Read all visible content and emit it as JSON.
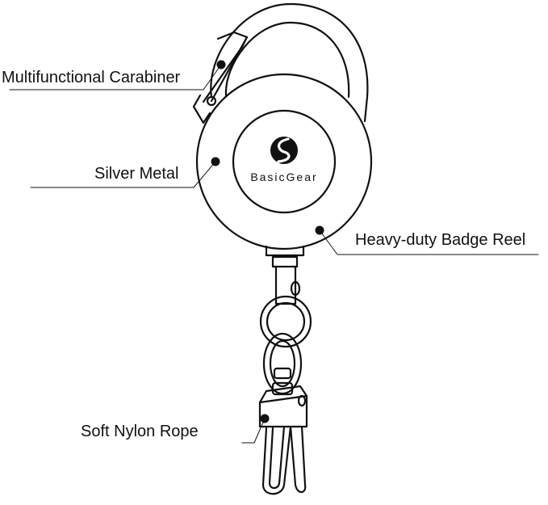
{
  "callouts": [
    {
      "id": "carabiner",
      "text": "Multifunctional Carabiner"
    },
    {
      "id": "silver-metal",
      "text": "Silver Metal"
    },
    {
      "id": "badge-reel",
      "text": "Heavy-duty Badge Reel"
    },
    {
      "id": "nylon-rope",
      "text": "Soft Nylon Rope"
    }
  ],
  "logo": {
    "text": "BasicGear"
  },
  "colors": {
    "line": "#111111",
    "background": "#ffffff"
  }
}
